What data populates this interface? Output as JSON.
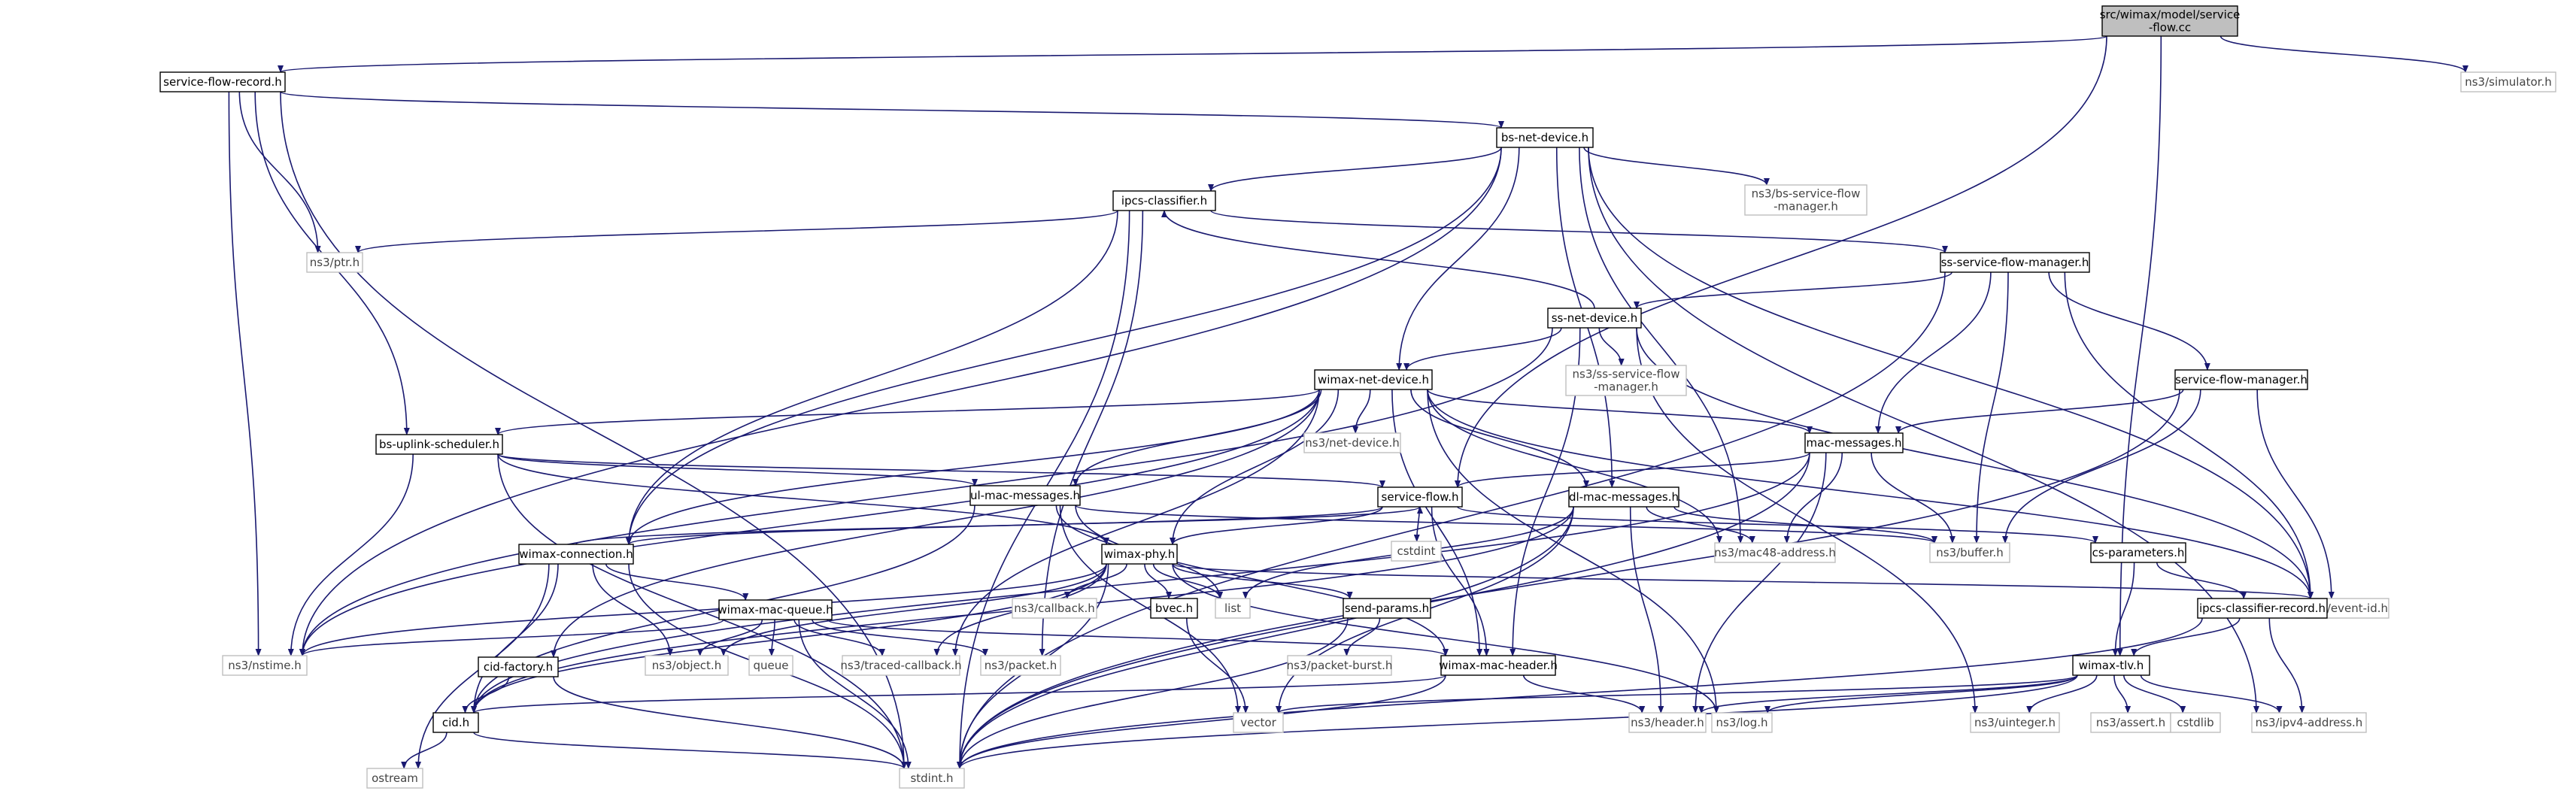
{
  "colors": {
    "edge": "#191970",
    "edge_alt": "#63b8ff",
    "root_fill": "#bfbfbf",
    "internal_border": "#000000",
    "external_border": "#bfbfbf"
  },
  "nodes": [
    {
      "id": "root",
      "lines": [
        "src/wimax/model/service",
        "-flow.cc"
      ],
      "kind": "root"
    },
    {
      "id": "sfr",
      "lines": [
        "service-flow-record.h"
      ],
      "kind": "internal"
    },
    {
      "id": "sim",
      "lines": [
        "ns3/simulator.h"
      ],
      "kind": "external"
    },
    {
      "id": "bsnd",
      "lines": [
        "bs-net-device.h"
      ],
      "kind": "internal"
    },
    {
      "id": "ipcs",
      "lines": [
        "ipcs-classifier.h"
      ],
      "kind": "internal"
    },
    {
      "id": "ptr",
      "lines": [
        "ns3/ptr.h"
      ],
      "kind": "external"
    },
    {
      "id": "bssfm",
      "lines": [
        "ns3/bs-service-flow",
        "-manager.h"
      ],
      "kind": "external"
    },
    {
      "id": "sssfm",
      "lines": [
        "ss-service-flow-manager.h"
      ],
      "kind": "internal"
    },
    {
      "id": "ssnd",
      "lines": [
        "ss-net-device.h"
      ],
      "kind": "internal"
    },
    {
      "id": "nsssfm",
      "lines": [
        "ns3/ss-service-flow",
        "-manager.h"
      ],
      "kind": "external"
    },
    {
      "id": "wnd",
      "lines": [
        "wimax-net-device.h"
      ],
      "kind": "internal"
    },
    {
      "id": "sfm",
      "lines": [
        "service-flow-manager.h"
      ],
      "kind": "internal"
    },
    {
      "id": "bsus",
      "lines": [
        "bs-uplink-scheduler.h"
      ],
      "kind": "internal"
    },
    {
      "id": "netdev",
      "lines": [
        "ns3/net-device.h"
      ],
      "kind": "external"
    },
    {
      "id": "macmsg",
      "lines": [
        "mac-messages.h"
      ],
      "kind": "internal"
    },
    {
      "id": "ulmac",
      "lines": [
        "ul-mac-messages.h"
      ],
      "kind": "internal"
    },
    {
      "id": "sf",
      "lines": [
        "service-flow.h"
      ],
      "kind": "internal"
    },
    {
      "id": "dlmac",
      "lines": [
        "dl-mac-messages.h"
      ],
      "kind": "internal"
    },
    {
      "id": "cstdint",
      "lines": [
        "cstdint"
      ],
      "kind": "external"
    },
    {
      "id": "wconn",
      "lines": [
        "wimax-connection.h"
      ],
      "kind": "internal"
    },
    {
      "id": "wphy",
      "lines": [
        "wimax-phy.h"
      ],
      "kind": "internal"
    },
    {
      "id": "mac48",
      "lines": [
        "ns3/mac48-address.h"
      ],
      "kind": "external"
    },
    {
      "id": "buffer",
      "lines": [
        "ns3/buffer.h"
      ],
      "kind": "external"
    },
    {
      "id": "cspar",
      "lines": [
        "cs-parameters.h"
      ],
      "kind": "internal"
    },
    {
      "id": "callback",
      "lines": [
        "ns3/callback.h"
      ],
      "kind": "external"
    },
    {
      "id": "bvec",
      "lines": [
        "bvec.h"
      ],
      "kind": "internal"
    },
    {
      "id": "list",
      "lines": [
        "list"
      ],
      "kind": "external"
    },
    {
      "id": "sendp",
      "lines": [
        "send-params.h"
      ],
      "kind": "internal"
    },
    {
      "id": "eventid",
      "lines": [
        "ns3/event-id.h"
      ],
      "kind": "external"
    },
    {
      "id": "wmq",
      "lines": [
        "wimax-mac-queue.h"
      ],
      "kind": "internal"
    },
    {
      "id": "ipcsr",
      "lines": [
        "ipcs-classifier-record.h"
      ],
      "kind": "internal"
    },
    {
      "id": "nstime",
      "lines": [
        "ns3/nstime.h"
      ],
      "kind": "external"
    },
    {
      "id": "cidf",
      "lines": [
        "cid-factory.h"
      ],
      "kind": "internal"
    },
    {
      "id": "object",
      "lines": [
        "ns3/object.h"
      ],
      "kind": "external"
    },
    {
      "id": "queue",
      "lines": [
        "queue"
      ],
      "kind": "external"
    },
    {
      "id": "tcb",
      "lines": [
        "ns3/traced-callback.h"
      ],
      "kind": "external"
    },
    {
      "id": "packet",
      "lines": [
        "ns3/packet.h"
      ],
      "kind": "external"
    },
    {
      "id": "pburst",
      "lines": [
        "ns3/packet-burst.h"
      ],
      "kind": "external"
    },
    {
      "id": "wmh",
      "lines": [
        "wimax-mac-header.h"
      ],
      "kind": "internal"
    },
    {
      "id": "tlv",
      "lines": [
        "wimax-tlv.h"
      ],
      "kind": "internal"
    },
    {
      "id": "cid",
      "lines": [
        "cid.h"
      ],
      "kind": "internal"
    },
    {
      "id": "vector",
      "lines": [
        "vector"
      ],
      "kind": "external"
    },
    {
      "id": "header",
      "lines": [
        "ns3/header.h"
      ],
      "kind": "external"
    },
    {
      "id": "log",
      "lines": [
        "ns3/log.h"
      ],
      "kind": "external"
    },
    {
      "id": "uint",
      "lines": [
        "ns3/uinteger.h"
      ],
      "kind": "external"
    },
    {
      "id": "assert",
      "lines": [
        "ns3/assert.h"
      ],
      "kind": "external"
    },
    {
      "id": "cstdlib",
      "lines": [
        "cstdlib"
      ],
      "kind": "external"
    },
    {
      "id": "ipv4",
      "lines": [
        "ns3/ipv4-address.h"
      ],
      "kind": "external"
    },
    {
      "id": "ostream",
      "lines": [
        "ostream"
      ],
      "kind": "external"
    },
    {
      "id": "stdint",
      "lines": [
        "stdint.h"
      ],
      "kind": "external"
    }
  ],
  "edges": [
    [
      "root",
      "sfr"
    ],
    [
      "root",
      "sim"
    ],
    [
      "root",
      "sf"
    ],
    [
      "root",
      "tlv"
    ],
    [
      "sfr",
      "bsnd"
    ],
    [
      "sfr",
      "ptr"
    ],
    [
      "sfr",
      "bsus"
    ],
    [
      "sfr",
      "nstime"
    ],
    [
      "sfr",
      "stdint"
    ],
    [
      "bsnd",
      "ipcs"
    ],
    [
      "bsnd",
      "bssfm"
    ],
    [
      "bsnd",
      "wnd"
    ],
    [
      "bsnd",
      "dlmac"
    ],
    [
      "bsnd",
      "mac48"
    ],
    [
      "bsnd",
      "eventid"
    ],
    [
      "bsnd",
      "nstime"
    ],
    [
      "bsnd",
      "ipv4"
    ],
    [
      "bsnd",
      "wconn"
    ],
    [
      "ipcs",
      "ptr"
    ],
    [
      "ipcs",
      "sssfm"
    ],
    [
      "ipcs",
      "wconn"
    ],
    [
      "ipcs",
      "packet"
    ],
    [
      "ipcs",
      "stdint"
    ],
    [
      "sssfm",
      "ssnd"
    ],
    [
      "sssfm",
      "sfm"
    ],
    [
      "sssfm",
      "macmsg"
    ],
    [
      "sssfm",
      "buffer"
    ],
    [
      "sssfm",
      "eventid"
    ],
    [
      "sssfm",
      "stdint"
    ],
    [
      "ssnd",
      "ipcs"
    ],
    [
      "ssnd",
      "nsssfm"
    ],
    [
      "ssnd",
      "wnd"
    ],
    [
      "ssnd",
      "wmh"
    ],
    [
      "ssnd",
      "uint"
    ],
    [
      "ssnd",
      "eventid"
    ],
    [
      "ssnd",
      "nstime"
    ],
    [
      "wnd",
      "bsus"
    ],
    [
      "wnd",
      "netdev"
    ],
    [
      "wnd",
      "macmsg"
    ],
    [
      "wnd",
      "ulmac"
    ],
    [
      "wnd",
      "dlmac"
    ],
    [
      "wnd",
      "wconn"
    ],
    [
      "wnd",
      "wphy"
    ],
    [
      "wnd",
      "mac48"
    ],
    [
      "wnd",
      "cidf"
    ],
    [
      "wnd",
      "tcb"
    ],
    [
      "wnd",
      "log"
    ],
    [
      "wnd",
      "eventid"
    ],
    [
      "wnd",
      "nstime"
    ],
    [
      "wnd",
      "wmh"
    ],
    [
      "sfm",
      "macmsg"
    ],
    [
      "sfm",
      "buffer"
    ],
    [
      "sfm",
      "eventid"
    ],
    [
      "sfm",
      "stdint"
    ],
    [
      "bsus",
      "sf"
    ],
    [
      "bsus",
      "ulmac"
    ],
    [
      "bsus",
      "wphy"
    ],
    [
      "bsus",
      "nstime"
    ],
    [
      "bsus",
      "stdint"
    ],
    [
      "macmsg",
      "sf"
    ],
    [
      "macmsg",
      "mac48"
    ],
    [
      "macmsg",
      "buffer"
    ],
    [
      "macmsg",
      "header"
    ],
    [
      "macmsg",
      "stdint"
    ],
    [
      "macmsg",
      "cid"
    ],
    [
      "ulmac",
      "wmh"
    ],
    [
      "ulmac",
      "buffer"
    ],
    [
      "ulmac",
      "list"
    ],
    [
      "ulmac",
      "vector"
    ],
    [
      "ulmac",
      "cid"
    ],
    [
      "sf",
      "cstdint"
    ],
    [
      "sf",
      "wconn"
    ],
    [
      "sf",
      "cspar"
    ],
    [
      "sf",
      "wmh"
    ],
    [
      "sf",
      "wphy"
    ],
    [
      "dlmac",
      "cid"
    ],
    [
      "dlmac",
      "mac48"
    ],
    [
      "dlmac",
      "buffer"
    ],
    [
      "dlmac",
      "list"
    ],
    [
      "dlmac",
      "vector"
    ],
    [
      "dlmac",
      "header"
    ],
    [
      "dlmac",
      "stdint"
    ],
    [
      "wconn",
      "sf"
    ],
    [
      "wconn",
      "wmq"
    ],
    [
      "wconn",
      "object"
    ],
    [
      "wconn",
      "cid"
    ],
    [
      "wconn",
      "ostream"
    ],
    [
      "wconn",
      "stdint"
    ],
    [
      "wphy",
      "callback"
    ],
    [
      "wphy",
      "bvec"
    ],
    [
      "wphy",
      "list"
    ],
    [
      "wphy",
      "sendp"
    ],
    [
      "wphy",
      "eventid"
    ],
    [
      "wphy",
      "tcb"
    ],
    [
      "wphy",
      "nstime"
    ],
    [
      "wphy",
      "object"
    ],
    [
      "wphy",
      "log"
    ],
    [
      "wphy",
      "stdint"
    ],
    [
      "wphy",
      "cid"
    ],
    [
      "cspar",
      "ipcsr"
    ],
    [
      "cspar",
      "tlv"
    ],
    [
      "bvec",
      "vector"
    ],
    [
      "sendp",
      "pburst"
    ],
    [
      "sendp",
      "stdint"
    ],
    [
      "wmq",
      "nstime"
    ],
    [
      "wmq",
      "object"
    ],
    [
      "wmq",
      "queue"
    ],
    [
      "wmq",
      "tcb"
    ],
    [
      "wmq",
      "packet"
    ],
    [
      "wmq",
      "wmh"
    ],
    [
      "wmq",
      "stdint"
    ],
    [
      "ipcsr",
      "tlv"
    ],
    [
      "ipcsr",
      "ipv4"
    ],
    [
      "ipcsr",
      "stdint"
    ],
    [
      "cidf",
      "cid"
    ],
    [
      "cidf",
      "stdint"
    ],
    [
      "wmh",
      "cid"
    ],
    [
      "wmh",
      "header"
    ],
    [
      "wmh",
      "stdint"
    ],
    [
      "tlv",
      "vector"
    ],
    [
      "tlv",
      "header"
    ],
    [
      "tlv",
      "log"
    ],
    [
      "tlv",
      "uint"
    ],
    [
      "tlv",
      "assert"
    ],
    [
      "tlv",
      "cstdlib"
    ],
    [
      "tlv",
      "ipv4"
    ],
    [
      "tlv",
      "stdint"
    ],
    [
      "cid",
      "ostream"
    ],
    [
      "cid",
      "stdint"
    ]
  ]
}
